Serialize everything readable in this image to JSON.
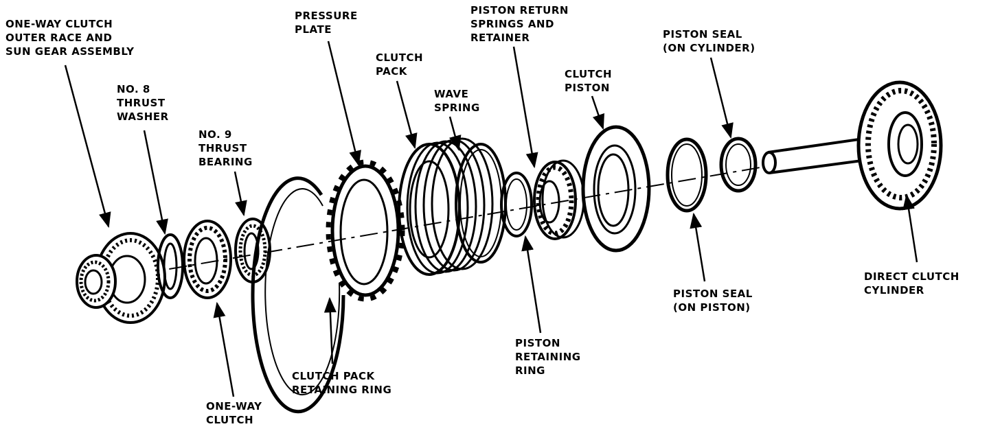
{
  "labels": {
    "outer_race": [
      "ONE-WAY CLUTCH",
      "OUTER RACE AND",
      "SUN GEAR ASSEMBLY"
    ],
    "thrust_washer": [
      "NO. 8",
      "THRUST",
      "WASHER"
    ],
    "thrust_bearing": [
      "NO. 9",
      "THRUST",
      "BEARING"
    ],
    "pressure_plate": [
      "PRESSURE",
      "PLATE"
    ],
    "clutch_pack": [
      "CLUTCH",
      "PACK"
    ],
    "wave_spring": [
      "WAVE",
      "SPRING"
    ],
    "return_springs": [
      "PISTON RETURN",
      "SPRINGS AND",
      "RETAINER"
    ],
    "clutch_piston": [
      "CLUTCH",
      "PISTON"
    ],
    "seal_cylinder": [
      "PISTON SEAL",
      "(ON CYLINDER)"
    ],
    "seal_piston": [
      "PISTON SEAL",
      "(ON PISTON)"
    ],
    "direct_cylinder": [
      "DIRECT CLUTCH",
      "CYLINDER"
    ],
    "retaining_ring": [
      "PISTON",
      "RETAINING",
      "RING"
    ],
    "pack_ring": [
      "CLUTCH PACK",
      "RETAINING RING"
    ],
    "one_way_clutch": [
      "ONE-WAY",
      "CLUTCH"
    ]
  },
  "colors": {
    "ink": "#000000",
    "paper": "#ffffff"
  }
}
